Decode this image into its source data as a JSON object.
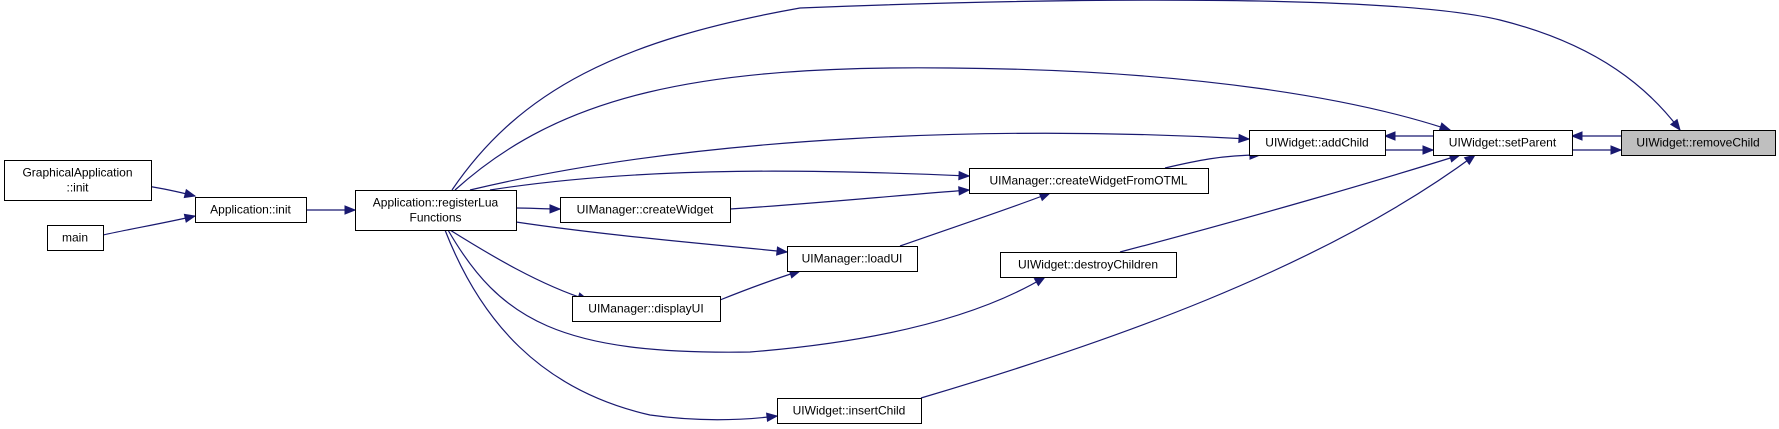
{
  "colors": {
    "edge": "#191970",
    "node_fill": "#ffffff",
    "highlight_fill": "#bfbfbf",
    "border": "#000000"
  },
  "nodes": [
    {
      "id": "graphical-init",
      "lines": [
        "GraphicalApplication",
        "::init"
      ]
    },
    {
      "id": "main",
      "lines": [
        "main"
      ]
    },
    {
      "id": "app-init",
      "lines": [
        "Application::init"
      ]
    },
    {
      "id": "register-lua",
      "lines": [
        "Application::registerLua",
        "Functions"
      ]
    },
    {
      "id": "create-widget",
      "lines": [
        "UIManager::createWidget"
      ]
    },
    {
      "id": "display-ui",
      "lines": [
        "UIManager::displayUI"
      ]
    },
    {
      "id": "load-ui",
      "lines": [
        "UIManager::loadUI"
      ]
    },
    {
      "id": "create-widget-otml",
      "lines": [
        "UIManager::createWidgetFromOTML"
      ]
    },
    {
      "id": "destroy-children",
      "lines": [
        "UIWidget::destroyChildren"
      ]
    },
    {
      "id": "insert-child",
      "lines": [
        "UIWidget::insertChild"
      ]
    },
    {
      "id": "add-child",
      "lines": [
        "UIWidget::addChild"
      ]
    },
    {
      "id": "set-parent",
      "lines": [
        "UIWidget::setParent"
      ]
    },
    {
      "id": "remove-child",
      "lines": [
        "UIWidget::removeChild"
      ],
      "highlighted": true
    }
  ],
  "edges": [
    {
      "from": "graphical-init",
      "to": "app-init"
    },
    {
      "from": "main",
      "to": "app-init"
    },
    {
      "from": "app-init",
      "to": "register-lua"
    },
    {
      "from": "register-lua",
      "to": "create-widget"
    },
    {
      "from": "register-lua",
      "to": "load-ui"
    },
    {
      "from": "register-lua",
      "to": "display-ui"
    },
    {
      "from": "register-lua",
      "to": "create-widget-otml"
    },
    {
      "from": "register-lua",
      "to": "add-child"
    },
    {
      "from": "register-lua",
      "to": "set-parent"
    },
    {
      "from": "register-lua",
      "to": "remove-child"
    },
    {
      "from": "register-lua",
      "to": "destroy-children"
    },
    {
      "from": "register-lua",
      "to": "insert-child"
    },
    {
      "from": "create-widget",
      "to": "create-widget-otml"
    },
    {
      "from": "display-ui",
      "to": "load-ui"
    },
    {
      "from": "load-ui",
      "to": "create-widget-otml"
    },
    {
      "from": "create-widget-otml",
      "to": "add-child"
    },
    {
      "from": "add-child",
      "to": "set-parent"
    },
    {
      "from": "set-parent",
      "to": "add-child"
    },
    {
      "from": "set-parent",
      "to": "remove-child"
    },
    {
      "from": "remove-child",
      "to": "set-parent"
    },
    {
      "from": "destroy-children",
      "to": "set-parent"
    },
    {
      "from": "insert-child",
      "to": "set-parent"
    }
  ]
}
